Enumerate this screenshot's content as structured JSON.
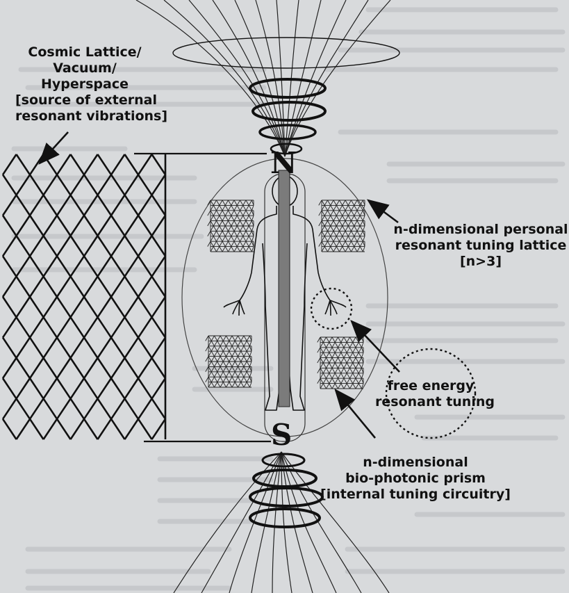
{
  "labels": {
    "cosmic_lattice": [
      "Cosmic Lattice/",
      "Vacuum/",
      "Hyperspace",
      "[source of external",
      "resonant vibrations]"
    ],
    "personal_lattice": [
      "n-dimensional personal",
      "resonant tuning lattice",
      "[n>3]"
    ],
    "free_energy": [
      "free energy",
      "resonant tuning"
    ],
    "prism": [
      "n-dimensional",
      "bio-photonic  prism",
      "[internal tuning circuitry]"
    ]
  },
  "poles": {
    "north": "N",
    "south": "S"
  },
  "colors": {
    "ink": "#141414",
    "paper": "#d8dadc",
    "rod": "#7b7b7b",
    "faint_text": "#9a9ca0"
  }
}
